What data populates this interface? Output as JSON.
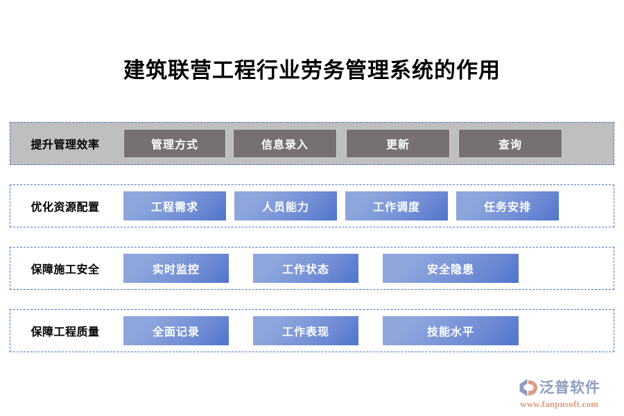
{
  "page": {
    "title": "建筑联营工程行业劳务管理系统的作用"
  },
  "diagram": {
    "rows": [
      {
        "label": "提升管理效率",
        "style": "gray",
        "nodes": [
          "管理方式",
          "信息录入",
          "更新",
          "查询"
        ]
      },
      {
        "label": "优化资源配置",
        "style": "blue",
        "nodes": [
          "工程需求",
          "人员能力",
          "工作调度",
          "任务安排"
        ]
      },
      {
        "label": "保障施工安全",
        "style": "blue",
        "nodes": [
          "实时监控",
          "工作状态",
          "安全隐患"
        ]
      },
      {
        "label": "保障工程质量",
        "style": "blue",
        "nodes": [
          "全面记录",
          "工作表现",
          "技能水平"
        ]
      }
    ]
  },
  "watermark": {
    "text": "泛普软件",
    "url": "WWW.FANPUSOFT.COM"
  },
  "brand": {
    "name": "泛普软件",
    "url": "www.fanpusoft.com",
    "icon": "fanpu-logo-icon"
  },
  "colors": {
    "title_text": "#000000",
    "row_border_dashed": "#4472c4",
    "row1_background": "#bfbfbf",
    "gray_node": "#767070",
    "gray_node_border": "#d0cece",
    "blue_node_light": "#8fa6dc",
    "blue_node_dark": "#4e75ca",
    "node_text": "#ffffff",
    "brand_name": "#8e9cbd",
    "brand_url": "#e09b84"
  }
}
